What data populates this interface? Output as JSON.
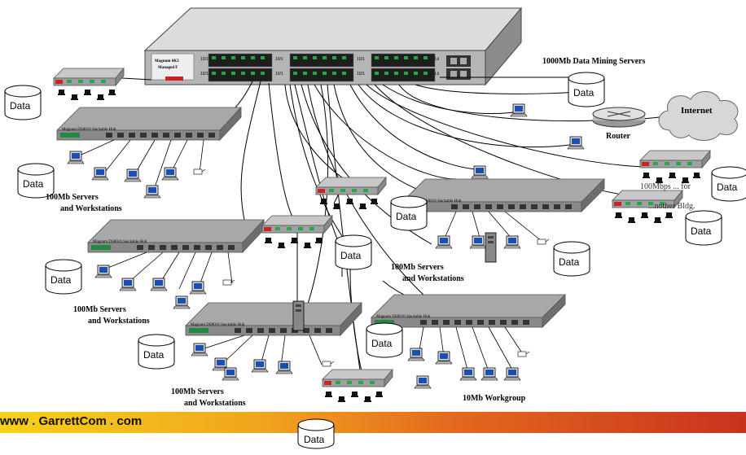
{
  "chassis": {
    "label_line1": "Magnum 6K3",
    "label_line2": "Managed F"
  },
  "port_label_10": "10/1",
  "port_label_lk": "Lk",
  "labels": {
    "data_mining": "1000Mb Data Mining Servers",
    "internet": "Internet",
    "router": "Router",
    "servers_a_l1": "100Mb Servers",
    "servers_a_l2": "and Workstations",
    "servers_b_l1": "100Mb Servers",
    "servers_b_l2": "and Workstations",
    "servers_c_l1": "100Mb Servers",
    "servers_c_l2": "and Workstations",
    "servers_d_l1": "100Mb Servers",
    "servers_d_l2": "and Workstations",
    "workgroup": "10Mb Workgroup",
    "bldg_l1": "100Mbps ... for",
    "bldg_l2": "...nother Bldg.",
    "hub_name": "Magnum DS8016 Stackable Hub"
  },
  "data_label": "Data",
  "footer": {
    "url": "www . GarrettCom . com"
  },
  "colors": {
    "hub_gray": "#9a9a9a",
    "switch_red": "#cc2222",
    "port_green": "#22aa44",
    "footer_orange": "#e46a1e",
    "footer_red": "#c8321f",
    "footer_yellow": "#f3c81a"
  }
}
